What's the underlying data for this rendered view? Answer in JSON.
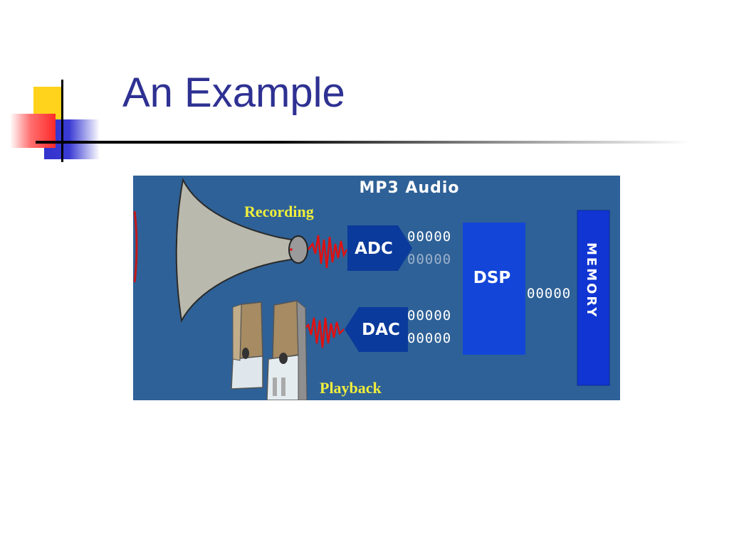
{
  "slide": {
    "title": "An Example"
  },
  "diagram": {
    "title": "MP3 Audio",
    "recording_label": "Recording",
    "playback_label": "Playback",
    "adc_label": "ADC",
    "dac_label": "DAC",
    "dsp_label": "DSP",
    "memory_label": "MEMORY",
    "bits": {
      "adc_out_top": "00000",
      "adc_out_bottom": "00000",
      "dac_in_top": "00000",
      "dac_in_bottom": "00000",
      "dsp_memory": "00000"
    }
  },
  "colors": {
    "title": "#2e3192",
    "panel": "#2e6197",
    "block": "#0a3a9b",
    "dsp": "#1346d8",
    "memory": "#1035d2",
    "caption": "#f0ee3c",
    "wave": "#e01010"
  }
}
